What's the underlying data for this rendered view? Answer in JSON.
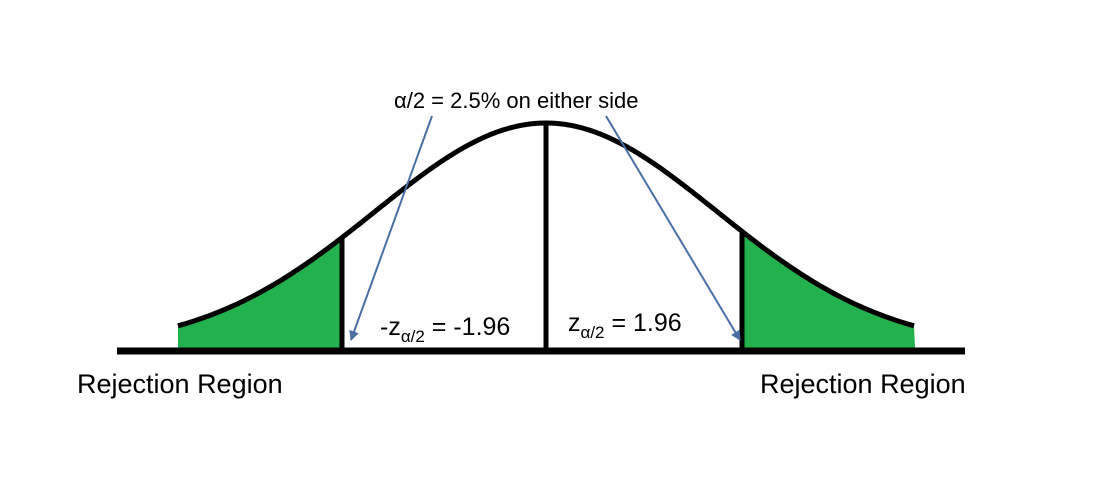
{
  "annotation": {
    "alpha_symbol": "α",
    "alpha_text": "/2 = 2.5% on either side"
  },
  "critical_values": {
    "left": {
      "prefix": "-z",
      "subscript": "α/2",
      "value": " = -1.96"
    },
    "right": {
      "prefix": "z",
      "subscript": "α/2",
      "value": " = 1.96"
    }
  },
  "regions": {
    "left_label": "Rejection Region",
    "right_label": "Rejection Region"
  },
  "colors": {
    "tail_fill": "#22b14c",
    "curve": "#000000",
    "arrow": "#4a6fa5"
  }
}
